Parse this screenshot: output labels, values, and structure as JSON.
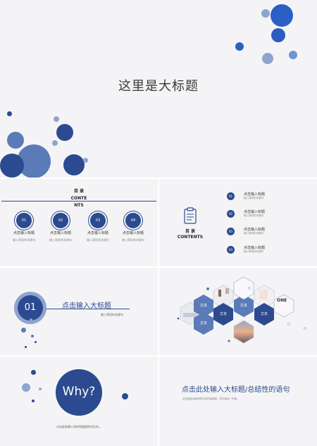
{
  "slide1": {
    "title": "这里是大标题"
  },
  "slide2": {
    "heading": "目 录",
    "contents_line1": "CONTE",
    "contents_line2": "NTS",
    "items": [
      {
        "num": "01",
        "title": "点击输入标题",
        "sub": "输入简短的关键句"
      },
      {
        "num": "02",
        "title": "点击输入标题",
        "sub": "输入简短的关键句"
      },
      {
        "num": "03",
        "title": "点击输入标题",
        "sub": "输入简短的关键句"
      },
      {
        "num": "04",
        "title": "点击输入标题",
        "sub": "输入简短的关键句"
      }
    ]
  },
  "slide3": {
    "heading": "目 录",
    "contents": "CONTENTS",
    "icon": "clipboard-list-icon",
    "items": [
      {
        "num": "01",
        "title": "点击输入标题",
        "sub": "输入简短的关键句"
      },
      {
        "num": "02",
        "title": "点击输入标题",
        "sub": "输入简短的关键句"
      },
      {
        "num": "03",
        "title": "点击输入标题",
        "sub": "输入简短的关键句"
      },
      {
        "num": "04",
        "title": "点击输入标题",
        "sub": "输入简短的关键句"
      }
    ]
  },
  "slide4": {
    "num": "01",
    "title": "点击输入大标题",
    "sub": "输入简短的关键句"
  },
  "slide5": {
    "hex_labels": [
      "文本",
      "文本",
      "文本",
      "文本",
      "文本"
    ],
    "photo_caption": "ONE"
  },
  "slide6": {
    "why": "Why?",
    "sub": "点击此处输入你好短描述你对文本。"
  },
  "slide7": {
    "title": "点击此处输入大标题/总结性的语句",
    "sub": "点击此处添加你的文本内容描述，并可适当一句话。"
  },
  "colors": {
    "primary": "#2b4a8f",
    "light": "#5b7bb8",
    "pale": "#8fa4cf",
    "bright": "#2c5fc4",
    "background": "#f4f4f6"
  }
}
